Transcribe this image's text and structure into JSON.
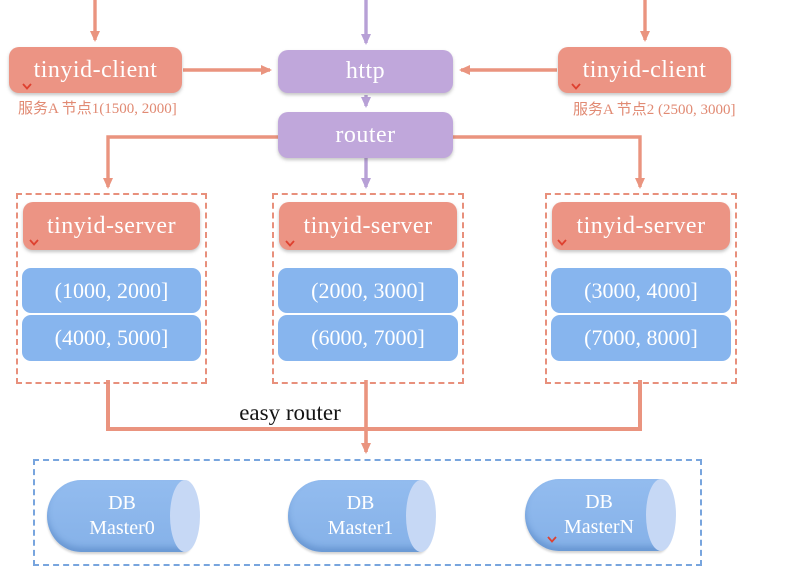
{
  "palette": {
    "salmon_box": "#EC9484",
    "salmon_line": "#EA947F",
    "purple_box": "#C0A7DB",
    "purple_line": "#B7A0D6",
    "blue_box": "#87B5EE",
    "cylinder_body": "#8CB7EC",
    "cylinder_cap": "#C6D8F5",
    "caption_text": "#E18A73",
    "dashed_server_border": "#E8907C",
    "dashed_db_border": "#78A5DE",
    "spellcheck_red": "#DE4130"
  },
  "clients": {
    "left": {
      "label": "tinyid-client",
      "caption": "服务A 节点1(1500, 2000]"
    },
    "right": {
      "label": "tinyid-client",
      "caption": "服务A 节点2 (2500, 3000]"
    }
  },
  "http": {
    "label": "http"
  },
  "router": {
    "label": "router"
  },
  "easy_router_label": "easy router",
  "servers": [
    {
      "label": "tinyid-server",
      "ranges": [
        "(1000, 2000]",
        "(4000, 5000]"
      ]
    },
    {
      "label": "tinyid-server",
      "ranges": [
        "(2000, 3000]",
        "(6000, 7000]"
      ]
    },
    {
      "label": "tinyid-server",
      "ranges": [
        "(3000, 4000]",
        "(7000, 8000]"
      ]
    }
  ],
  "databases": [
    {
      "line1": "DB",
      "line2": "Master0"
    },
    {
      "line1": "DB",
      "line2": "Master1"
    },
    {
      "line1": "DB",
      "line2": "MasterN"
    }
  ]
}
